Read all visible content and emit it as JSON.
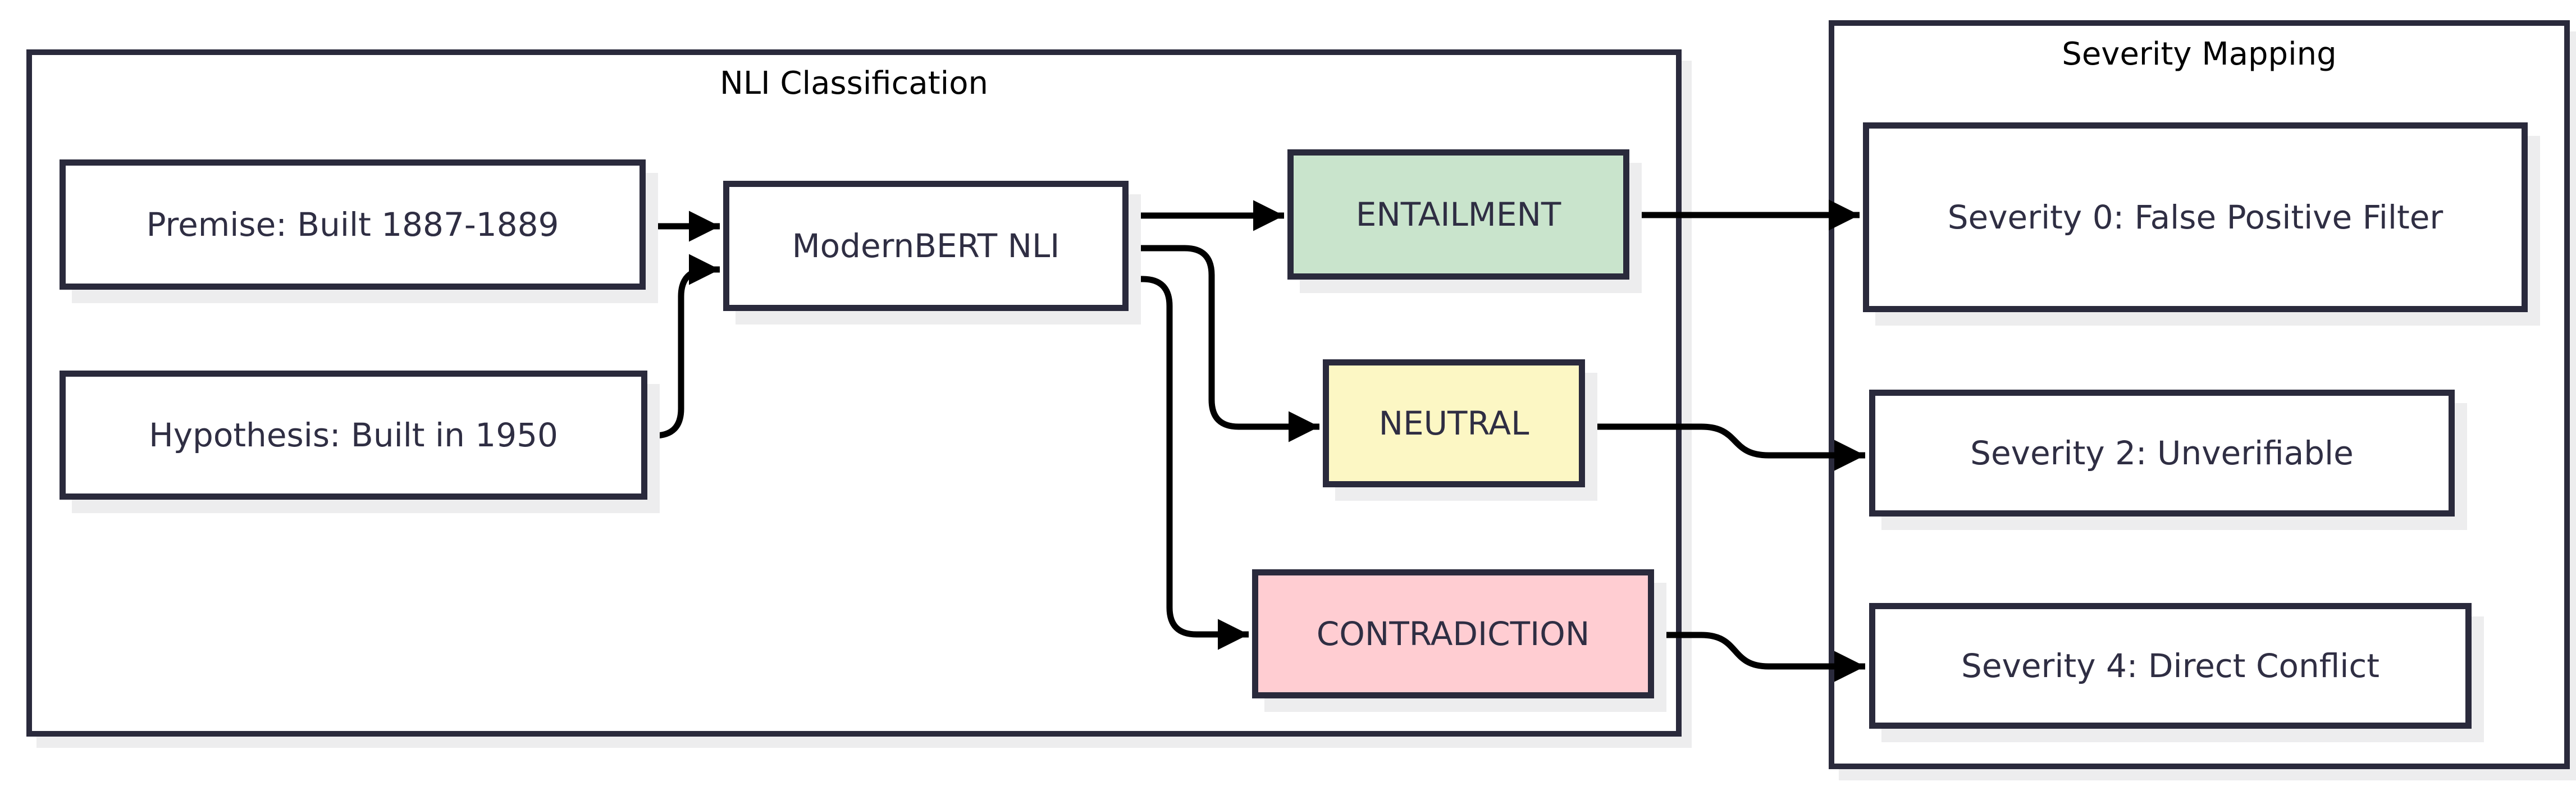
{
  "diagram_type": "flowchart",
  "colors": {
    "background": "#ffffff",
    "container_border": "#2a2a3c",
    "node_border": "#2a2a3c",
    "node_text": "#2f2e43",
    "title_text": "#000000",
    "arrow": "#000000",
    "shadow": "#ededee",
    "entailment_fill": "#c9e4cc",
    "neutral_fill": "#fcf7c4",
    "contradiction_fill": "#ffcdd2",
    "default_node_fill": "#ffffff"
  },
  "containers": {
    "nli": {
      "title": "NLI Classification"
    },
    "severity": {
      "title": "Severity Mapping"
    }
  },
  "nodes": {
    "premise": {
      "label": "Premise: Built 1887-1889",
      "fill": "#ffffff"
    },
    "hypothesis": {
      "label": "Hypothesis: Built in 1950",
      "fill": "#ffffff"
    },
    "model": {
      "label": "ModernBERT NLI",
      "fill": "#ffffff"
    },
    "entailment": {
      "label": "ENTAILMENT",
      "fill": "#c9e4cc"
    },
    "neutral": {
      "label": "NEUTRAL",
      "fill": "#fcf7c4"
    },
    "contradiction": {
      "label": "CONTRADICTION",
      "fill": "#ffcdd2"
    },
    "sev0": {
      "label": "Severity 0: False Positive Filter",
      "fill": "#ffffff"
    },
    "sev2": {
      "label": "Severity 2: Unverifiable",
      "fill": "#ffffff"
    },
    "sev4": {
      "label": "Severity 4: Direct Conflict",
      "fill": "#ffffff"
    }
  },
  "edges": [
    {
      "from": "Premise: Built 1887-1889",
      "to": "ModernBERT NLI"
    },
    {
      "from": "Hypothesis: Built in 1950",
      "to": "ModernBERT NLI"
    },
    {
      "from": "ModernBERT NLI",
      "to": "ENTAILMENT"
    },
    {
      "from": "ModernBERT NLI",
      "to": "NEUTRAL"
    },
    {
      "from": "ModernBERT NLI",
      "to": "CONTRADICTION"
    },
    {
      "from": "ENTAILMENT",
      "to": "Severity 0: False Positive Filter"
    },
    {
      "from": "NEUTRAL",
      "to": "Severity 2: Unverifiable"
    },
    {
      "from": "CONTRADICTION",
      "to": "Severity 4: Direct Conflict"
    }
  ]
}
